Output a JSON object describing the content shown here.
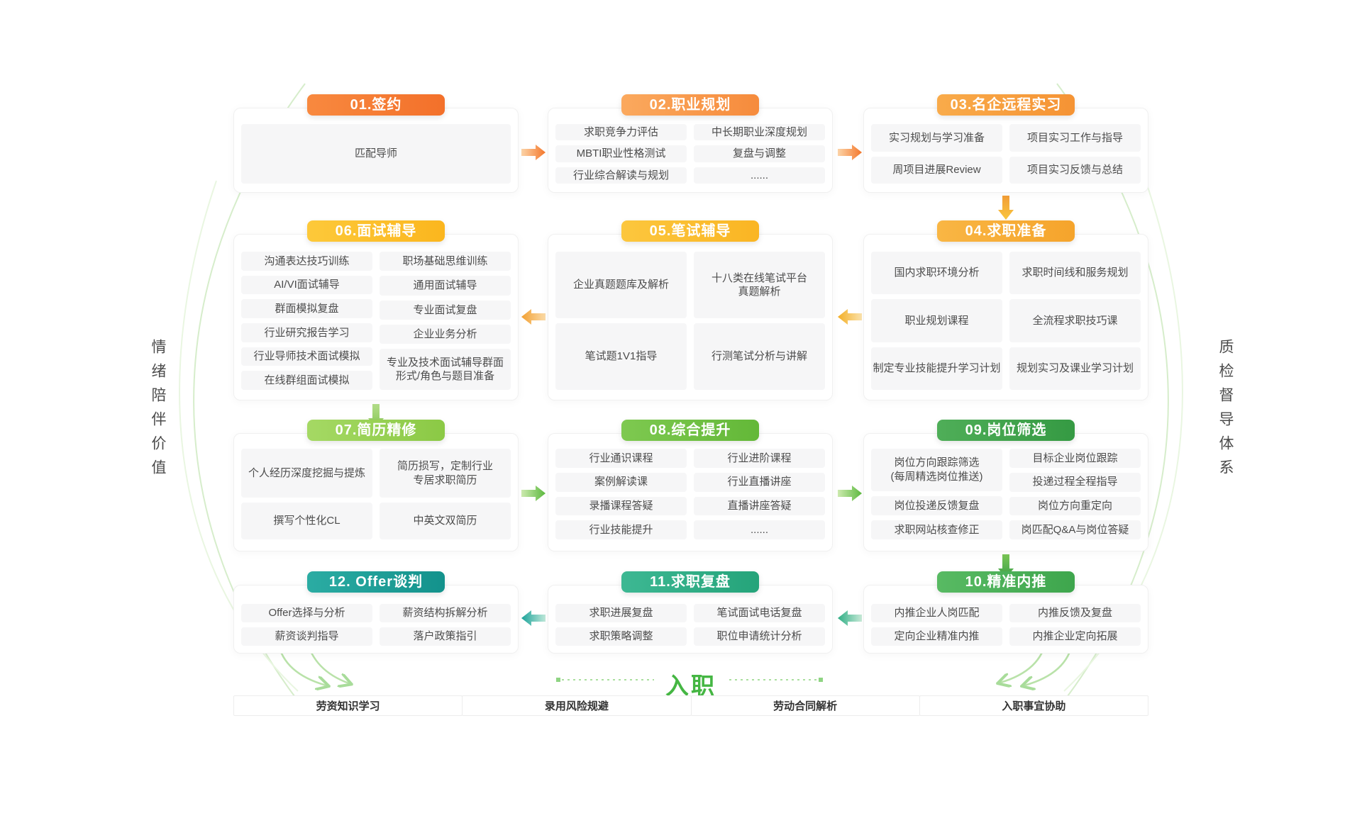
{
  "side_labels": {
    "left": "情绪陪伴价值",
    "right": "质检督导体系"
  },
  "blocks": [
    {
      "id": "b01",
      "title": "01.签约",
      "color": [
        "#f8893f",
        "#f3702a"
      ],
      "single": "匹配导师"
    },
    {
      "id": "b02",
      "title": "02.职业规划",
      "color": [
        "#fba95e",
        "#f68b3c"
      ],
      "left": [
        "求职竞争力评估",
        "MBTI职业性格测试",
        "行业综合解读与规划"
      ],
      "right": [
        "中长期职业深度规划",
        "复盘与调整",
        "......"
      ]
    },
    {
      "id": "b03",
      "title": "03.名企远程实习",
      "color": [
        "#f9ab4a",
        "#f59334"
      ],
      "left": [
        "实习规划与学习准备",
        "周项目进展Review"
      ],
      "right": [
        "项目实习工作与指导",
        "项目实习反馈与总结"
      ]
    },
    {
      "id": "b04",
      "title": "04.求职准备",
      "color": [
        "#f9b644",
        "#f5a42c"
      ],
      "left": [
        "国内求职环境分析",
        "职业规划课程",
        "制定专业技能提升学习计划"
      ],
      "right": [
        "求职时间线和服务规划",
        "全流程求职技巧课",
        "规划实习及课业学习计划"
      ]
    },
    {
      "id": "b05",
      "title": "05.笔试辅导",
      "color": [
        "#fcc73e",
        "#fab523"
      ],
      "left": [
        "企业真题题库及解析",
        "笔试题1V1指导"
      ],
      "right": [
        "十八类在线笔试平台\n真题解析",
        "行测笔试分析与讲解"
      ]
    },
    {
      "id": "b06",
      "title": "06.面试辅导",
      "color": [
        "#fdc93a",
        "#fbb61e"
      ],
      "left": [
        "沟通表达技巧训练",
        "AI/VI面试辅导",
        "群面模拟复盘",
        "行业研究报告学习",
        "行业导师技术面试模拟",
        "在线群组面试模拟"
      ],
      "right": [
        "职场基础思维训练",
        "通用面试辅导",
        "专业面试复盘",
        "企业业务分析",
        "专业及技术面试辅导群面\n形式/角色与题目准备"
      ]
    },
    {
      "id": "b07",
      "title": "07.简历精修",
      "color": [
        "#a5d964",
        "#8bc945"
      ],
      "left": [
        "个人经历深度挖掘与提炼",
        "撰写个性化CL"
      ],
      "right": [
        "简历损写，定制行业\n专居求职简历",
        "中英文双简历"
      ]
    },
    {
      "id": "b08",
      "title": "08.综合提升",
      "color": [
        "#7ec950",
        "#63b838"
      ],
      "left": [
        "行业通识课程",
        "案例解读课",
        "录播课程答疑",
        "行业技能提升"
      ],
      "right": [
        "行业进阶课程",
        "行业直播讲座",
        "直播讲座答疑",
        "......"
      ]
    },
    {
      "id": "b09",
      "title": "09.岗位筛选",
      "color": [
        "#4fae58",
        "#359a43"
      ],
      "left": [
        "岗位方向跟踪筛选\n(每周精选岗位推送)",
        "岗位投递反馈复盘",
        "求职网站核查修正"
      ],
      "right": [
        "目标企业岗位跟踪",
        "投递过程全程指导",
        "岗位方向重定向",
        "岗匹配Q&A与岗位答疑"
      ]
    },
    {
      "id": "b10",
      "title": "10.精准内推",
      "color": [
        "#58ba63",
        "#3ea64d"
      ],
      "left": [
        "内推企业人岗匹配",
        "定向企业精准内推"
      ],
      "right": [
        "内推反馈及复盘",
        "内推企业定向拓展"
      ]
    },
    {
      "id": "b11",
      "title": "11.求职复盘",
      "color": [
        "#3db893",
        "#25a47a"
      ],
      "left": [
        "求职进展复盘",
        "求职策略调整"
      ],
      "right": [
        "笔试面试电话复盘",
        "职位申请统计分析"
      ]
    },
    {
      "id": "b12",
      "title": "12. Offer谈判",
      "color": [
        "#2baca3",
        "#13928c"
      ],
      "left": [
        "Offer选择与分析",
        "薪资谈判指导"
      ],
      "right": [
        "薪资结构拆解分析",
        "落户政策指引"
      ]
    }
  ],
  "onboarding": {
    "label": "入职",
    "items": [
      "劳资知识学习",
      "录用风险规避",
      "劳动合同解析",
      "入职事宜协助"
    ]
  },
  "colors": {
    "accent_orange": "#f4772b",
    "accent_yellow": "#fbb61e",
    "accent_green": "#5cb93e",
    "accent_teal": "#14938d",
    "arc_green": "#d6edcb",
    "onboarding_green": "#45b643"
  }
}
